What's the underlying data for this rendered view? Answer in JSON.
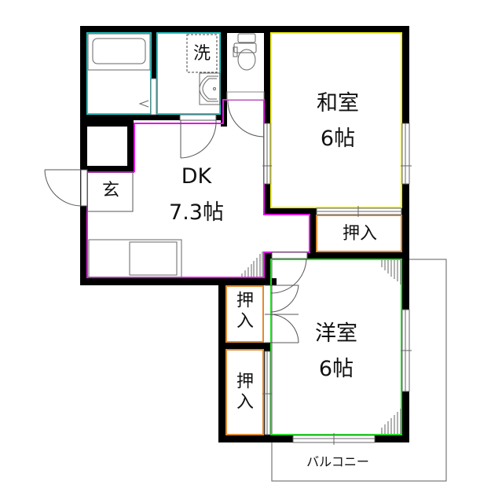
{
  "plan": {
    "title": "",
    "colors": {
      "wall": "#000000",
      "wet_area": "#1fc7c7",
      "dk": "#e614e6",
      "washitsu": "#f2f200",
      "youshitsu": "#22dd22",
      "closet": "#e08a30",
      "fixture": "#666666"
    },
    "rooms": {
      "washitsu": {
        "name": "和室",
        "size": "6帖"
      },
      "dk": {
        "name": "DK",
        "size": "7.3帖"
      },
      "youshitsu": {
        "name": "洋室",
        "size": "6帖"
      },
      "genkan": {
        "name": "玄"
      },
      "senmen": {
        "name": "洗"
      },
      "oshiire_1": {
        "name": "押入"
      },
      "oshiire_2": {
        "name": "押入"
      },
      "oshiire_3": {
        "name": "押入"
      },
      "balcony": {
        "name": "バルコニー"
      }
    },
    "icons": [
      "bathtub-icon",
      "washbasin-icon",
      "toilet-icon",
      "kitchen-sink-icon",
      "door-swing-icon",
      "window-icon"
    ]
  }
}
